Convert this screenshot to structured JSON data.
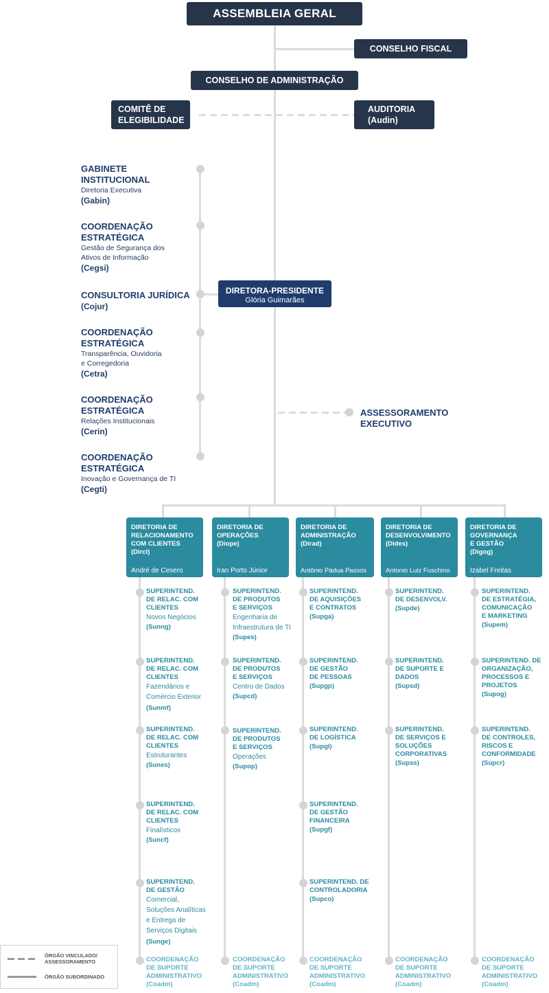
{
  "top": {
    "assembleia": "ASSEMBLEIA GERAL",
    "conselho_fiscal": "CONSELHO FISCAL",
    "conselho_admin": "CONSELHO DE ADMINISTRAÇÃO",
    "comite_l1": "COMITÊ DE",
    "comite_l2": "ELEGIBILIDADE",
    "auditoria_l1": "AUDITORIA",
    "auditoria_l2": "(Audin)"
  },
  "president": {
    "title": "DIRETORA-PRESIDENTE",
    "name": "Glória Guimarães"
  },
  "assessoramento_l1": "ASSESSORAMENTO",
  "assessoramento_l2": "EXECUTIVO",
  "left_units": [
    {
      "h1": "GABINETE",
      "h2": "INSTITUCIONAL",
      "s1": "Diretoria Executiva",
      "s2": "",
      "code": "(Gabin)"
    },
    {
      "h1": "COORDENAÇÃO",
      "h2": "ESTRATÉGICA",
      "s1": "Gestão de Segurança dos",
      "s2": "Ativos de Informação",
      "code": "(Cegsi)"
    },
    {
      "h1": "CONSULTORIA JURÍDICA",
      "h2": "",
      "s1": "",
      "s2": "",
      "code": "(Cojur)"
    },
    {
      "h1": "COORDENAÇÃO",
      "h2": "ESTRATÉGICA",
      "s1": "Transparência, Ouvidoria",
      "s2": "e Corregedoria",
      "code": "(Cetra)"
    },
    {
      "h1": "COORDENAÇÃO",
      "h2": "ESTRATÉGICA",
      "s1": "Relações Institucionais",
      "s2": "",
      "code": "(Cerin)"
    },
    {
      "h1": "COORDENAÇÃO",
      "h2": "ESTRATÉGICA",
      "s1": "Inovação e Governança de TI",
      "s2": "",
      "code": "(Cegti)"
    }
  ],
  "directorates": [
    {
      "lines": [
        "DIRETORIA DE",
        "RELACIONAMENTO",
        "COM CLIENTES",
        "(Dircl)"
      ],
      "person": "André de Cesero"
    },
    {
      "lines": [
        "DIRETORIA DE",
        "OPERAÇÕES",
        "(Diope)"
      ],
      "person": "Iran Porto Júnior"
    },
    {
      "lines": [
        "DIRETORIA DE",
        "ADMINISTRAÇÃO",
        "(Dirad)"
      ],
      "person": "Antônio Pádua Passos"
    },
    {
      "lines": [
        "DIRETORIA DE",
        "DESENVOLVIMENTO",
        "(Dides)"
      ],
      "person": "Antonio Luiz Fuschino"
    },
    {
      "lines": [
        "DIRETORIA DE",
        "GOVERNANÇA",
        "E GESTÃO",
        "(Digog)"
      ],
      "person": "Izabel Freitas"
    }
  ],
  "supers": [
    [
      {
        "h": [
          "SUPERINTEND.",
          "DE RELAC. COM",
          "CLIENTES"
        ],
        "s": [
          "Novos Negócios"
        ],
        "c": "(Sunng)"
      },
      {
        "h": [
          "SUPERINTEND.",
          "DE RELAC. COM",
          "CLIENTES"
        ],
        "s": [
          "Fazendários e",
          "Comércio Exterior"
        ],
        "c": "(Sunmf)"
      },
      {
        "h": [
          "SUPERINTEND.",
          "DE RELAC. COM",
          "CLIENTES"
        ],
        "s": [
          "Estruturantes"
        ],
        "c": "(Sunes)"
      },
      {
        "h": [
          "SUPERINTEND.",
          "DE RELAC. COM",
          "CLIENTES"
        ],
        "s": [
          "Finalísticos"
        ],
        "c": "(Suncf)"
      },
      {
        "h": [
          "SUPERINTEND.",
          "DE GESTÃO"
        ],
        "s": [
          "Comercial,",
          "Soluções Analíticas",
          "e Entrega de",
          "Serviços Digitais"
        ],
        "c": "(Sunge)"
      }
    ],
    [
      {
        "h": [
          "SUPERINTEND.",
          "DE PRODUTOS",
          "E SERVIÇOS"
        ],
        "s": [
          "Engenharia de",
          "Infraestrutura de TI"
        ],
        "c": "(Supes)"
      },
      {
        "h": [
          "SUPERINTEND.",
          "DE PRODUTOS",
          "E SERVIÇOS"
        ],
        "s": [
          "Centro de Dados"
        ],
        "c": "(Supcd)"
      },
      {
        "h": [
          "SUPERINTEND.",
          "DE PRODUTOS",
          "E SERVIÇOS"
        ],
        "s": [
          "Operações"
        ],
        "c": "(Supop)"
      }
    ],
    [
      {
        "h": [
          "SUPERINTEND.",
          "DE AQUISIÇÕES",
          "E CONTRATOS"
        ],
        "s": [],
        "c": "(Supga)"
      },
      {
        "h": [
          "SUPERINTEND.",
          "DE GESTÃO",
          "DE PESSOAS"
        ],
        "s": [],
        "c": "(Supgp)"
      },
      {
        "h": [
          "SUPERINTEND.",
          "DE LOGÍSTICA"
        ],
        "s": [],
        "c": "(Supgl)"
      },
      {
        "h": [
          "SUPERINTEND.",
          "DE GESTÃO",
          "FINANCEIRA"
        ],
        "s": [],
        "c": "(Supgf)"
      },
      {
        "h": [
          "SUPERINTEND. DE",
          "CONTROLADORIA"
        ],
        "s": [],
        "c": "(Supco)"
      }
    ],
    [
      {
        "h": [
          "SUPERINTEND.",
          "DE DESENVOLV."
        ],
        "s": [],
        "c": "(Supde)"
      },
      {
        "h": [
          "SUPERINTEND.",
          "DE SUPORTE E",
          "DADOS"
        ],
        "s": [],
        "c": "(Supsd)"
      },
      {
        "h": [
          "SUPERINTEND.",
          "DE SERVIÇOS E",
          "SOLUÇÕES",
          "CORPORATIVAS"
        ],
        "s": [],
        "c": "(Supss)"
      }
    ],
    [
      {
        "h": [
          "SUPERINTEND.",
          "DE ESTRATÉGIA,",
          "COMUNICAÇÃO",
          "E MARKETING"
        ],
        "s": [],
        "c": "(Supem)"
      },
      {
        "h": [
          "SUPERINTEND. DE",
          "ORGANIZAÇÃO,",
          "PROCESSOS E",
          "PROJETOS"
        ],
        "s": [],
        "c": "(Supog)"
      },
      {
        "h": [
          "SUPERINTEND.",
          "DE CONTROLES,",
          "RISCOS E",
          "CONFORMIDADE"
        ],
        "s": [],
        "c": "(Supcr)"
      }
    ]
  ],
  "coadm": {
    "h": [
      "COORDENAÇÃO",
      "DE SUPORTE",
      "ADMINISTRATIVO"
    ],
    "c": "(Coadm)"
  },
  "legend": {
    "dashed_l1": "ÓRGÃO VINCULADO/",
    "dashed_l2": "ASSESSORAMENTO",
    "solid": "ÓRGÃO SUBORDINADO"
  }
}
